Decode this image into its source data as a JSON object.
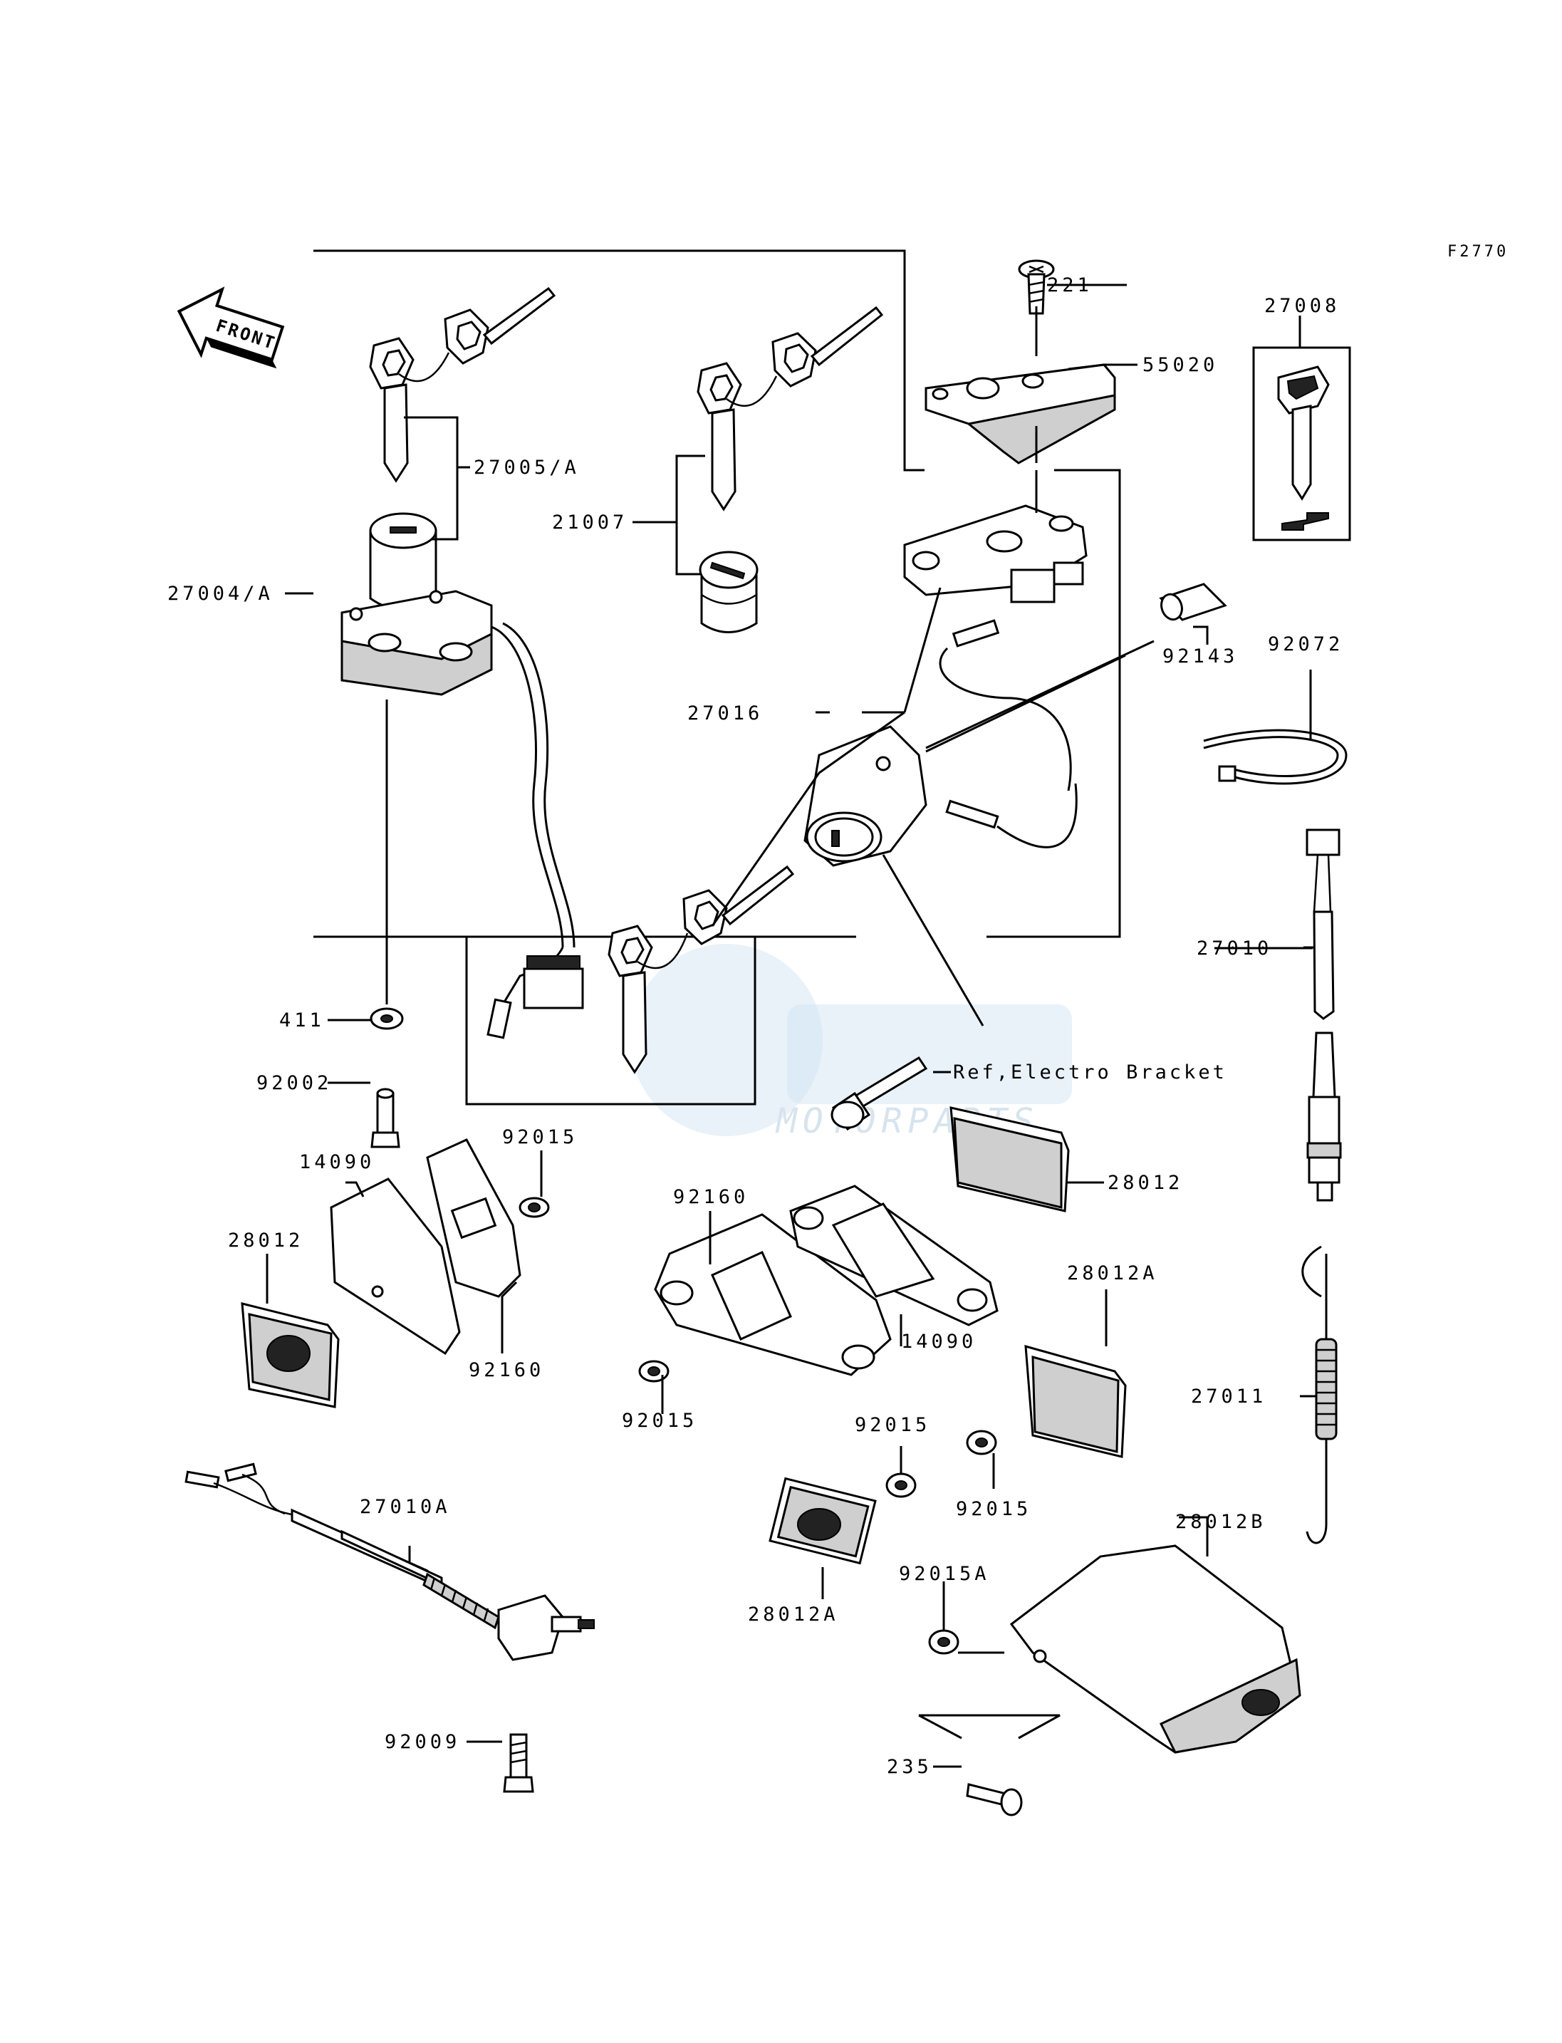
{
  "figure_code": "F2770",
  "front_arrow_label": "FRONT",
  "watermark": {
    "name": "MOTORPARTS"
  },
  "ref_note": "Ref,Electro Bracket",
  "callouts": [
    {
      "id": "c-221",
      "text": "221"
    },
    {
      "id": "c-55020",
      "text": "55020"
    },
    {
      "id": "c-27008",
      "text": "27008"
    },
    {
      "id": "c-27005a",
      "text": "27005/A"
    },
    {
      "id": "c-21007",
      "text": "21007"
    },
    {
      "id": "c-27004a",
      "text": "27004/A"
    },
    {
      "id": "c-92143",
      "text": "92143"
    },
    {
      "id": "c-92072",
      "text": "92072"
    },
    {
      "id": "c-27016",
      "text": "27016"
    },
    {
      "id": "c-27010",
      "text": "27010"
    },
    {
      "id": "c-411",
      "text": "411"
    },
    {
      "id": "c-92002",
      "text": "92002"
    },
    {
      "id": "c-92015-a",
      "text": "92015"
    },
    {
      "id": "c-14090-a",
      "text": "14090"
    },
    {
      "id": "c-28012-a",
      "text": "28012"
    },
    {
      "id": "c-92160-a",
      "text": "92160"
    },
    {
      "id": "c-92160-b",
      "text": "92160"
    },
    {
      "id": "c-28012-b",
      "text": "28012"
    },
    {
      "id": "c-14090-b",
      "text": "14090"
    },
    {
      "id": "c-92015-b",
      "text": "92015"
    },
    {
      "id": "c-28012a-a",
      "text": "28012A"
    },
    {
      "id": "c-27011",
      "text": "27011"
    },
    {
      "id": "c-92015-c",
      "text": "92015"
    },
    {
      "id": "c-92015-d",
      "text": "92015"
    },
    {
      "id": "c-27010a",
      "text": "27010A"
    },
    {
      "id": "c-28012b",
      "text": "28012B"
    },
    {
      "id": "c-28012a-b",
      "text": "28012A"
    },
    {
      "id": "c-92015a",
      "text": "92015A"
    },
    {
      "id": "c-235",
      "text": "235"
    },
    {
      "id": "c-92009",
      "text": "92009"
    }
  ]
}
